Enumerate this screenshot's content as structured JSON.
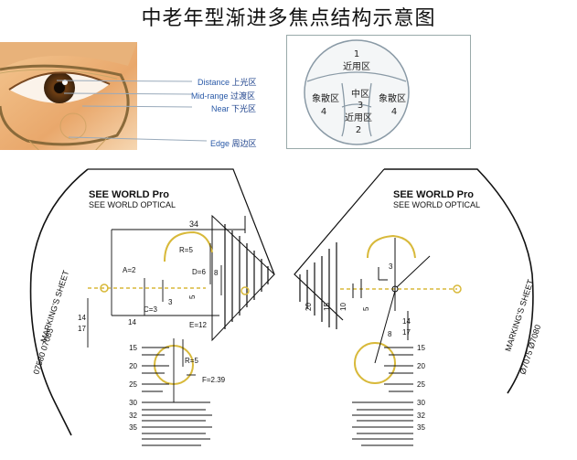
{
  "title": "中老年型渐进多焦点结构示意图",
  "eye_labels": [
    {
      "en": "Distance",
      "zh": "上光区"
    },
    {
      "en": "Mid-range",
      "zh": "过渡区"
    },
    {
      "en": "Near",
      "zh": "下光区"
    },
    {
      "en": "Edge",
      "zh": "周边区"
    }
  ],
  "zones": {
    "far_num": "1",
    "far_name": "近用区",
    "mid_name": "中区",
    "mid_num": "3",
    "left_name": "象散区",
    "left_num": "4",
    "right_name": "象散区",
    "right_num": "4",
    "near_name": "近用区",
    "near_num": "2"
  },
  "left_sheet": {
    "brand": "SEE WORLD Pro",
    "company": "SEE WORLD OPTICAL",
    "side_text": "MARKING'S SHEET",
    "codes": "07580   07085",
    "dims": {
      "d34": "34",
      "r5_top": "R=5",
      "a2": "A=2",
      "d6": "D=6",
      "d8": "8",
      "c3": "C=3",
      "d3": "3",
      "d5": "5",
      "d14": "14",
      "d1417": "14\n17",
      "e12": "E=12",
      "r5_bottom": "R=5",
      "f239": "F=2.39"
    },
    "scale": [
      "15",
      "20",
      "25",
      "30",
      "32",
      "35"
    ]
  },
  "right_sheet": {
    "brand": "SEE WORLD Pro",
    "company": "SEE WORLD OPTICAL",
    "side_text": "MARKING'S SHEET",
    "codes": "Ø7075   Ø7080",
    "dims": {
      "d3": "3",
      "d8": "8",
      "d14": "14",
      "d17": "17",
      "d20": "20",
      "d15": "15",
      "d10": "10",
      "d5": "5"
    },
    "scale": [
      "15",
      "20",
      "25",
      "30",
      "32",
      "35"
    ]
  },
  "colors": {
    "accent_yellow": "#d8b93a",
    "label_blue": "#2a5aa8",
    "ink": "#111111"
  }
}
